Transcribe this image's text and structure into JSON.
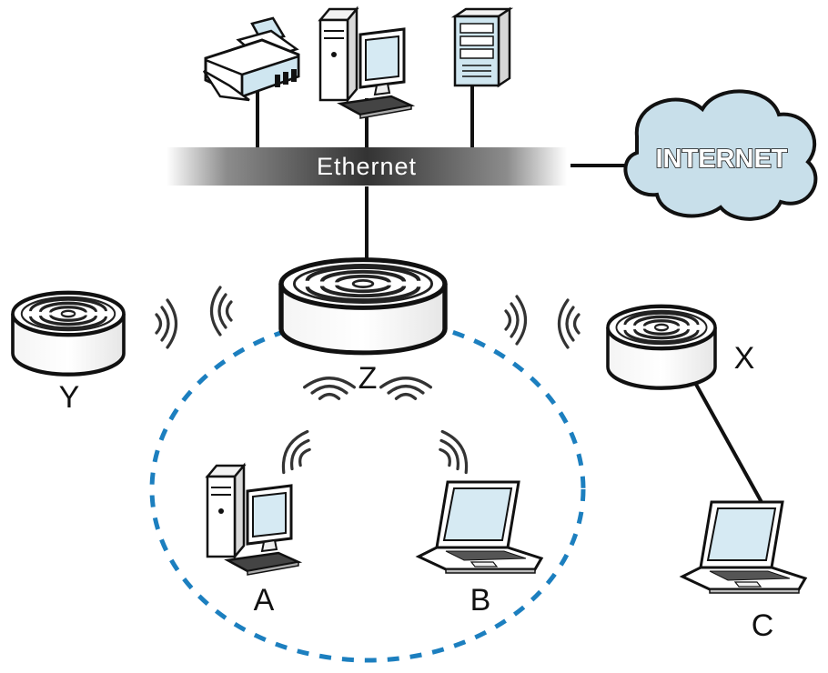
{
  "network": {
    "backbone_label": "Ethernet",
    "internet_label": "INTERNET",
    "nodes": {
      "z": "Z",
      "y": "Y",
      "x": "X",
      "a": "A",
      "b": "B",
      "c": "C"
    }
  },
  "colors": {
    "outline": "#111111",
    "device_fill": "#ffffff",
    "screen_fill": "#cfe6f0",
    "cloud_fill": "#c8dfea",
    "coverage_dash": "#1c7fbf",
    "ethernet_dark": "#3a3a3a"
  },
  "icons": {
    "printer": "printer-icon",
    "desktop": "desktop-computer-icon",
    "server": "server-icon",
    "cloud": "cloud-icon",
    "access_point": "access-point-icon",
    "laptop": "laptop-icon",
    "wireless": "wireless-signal-icon"
  }
}
